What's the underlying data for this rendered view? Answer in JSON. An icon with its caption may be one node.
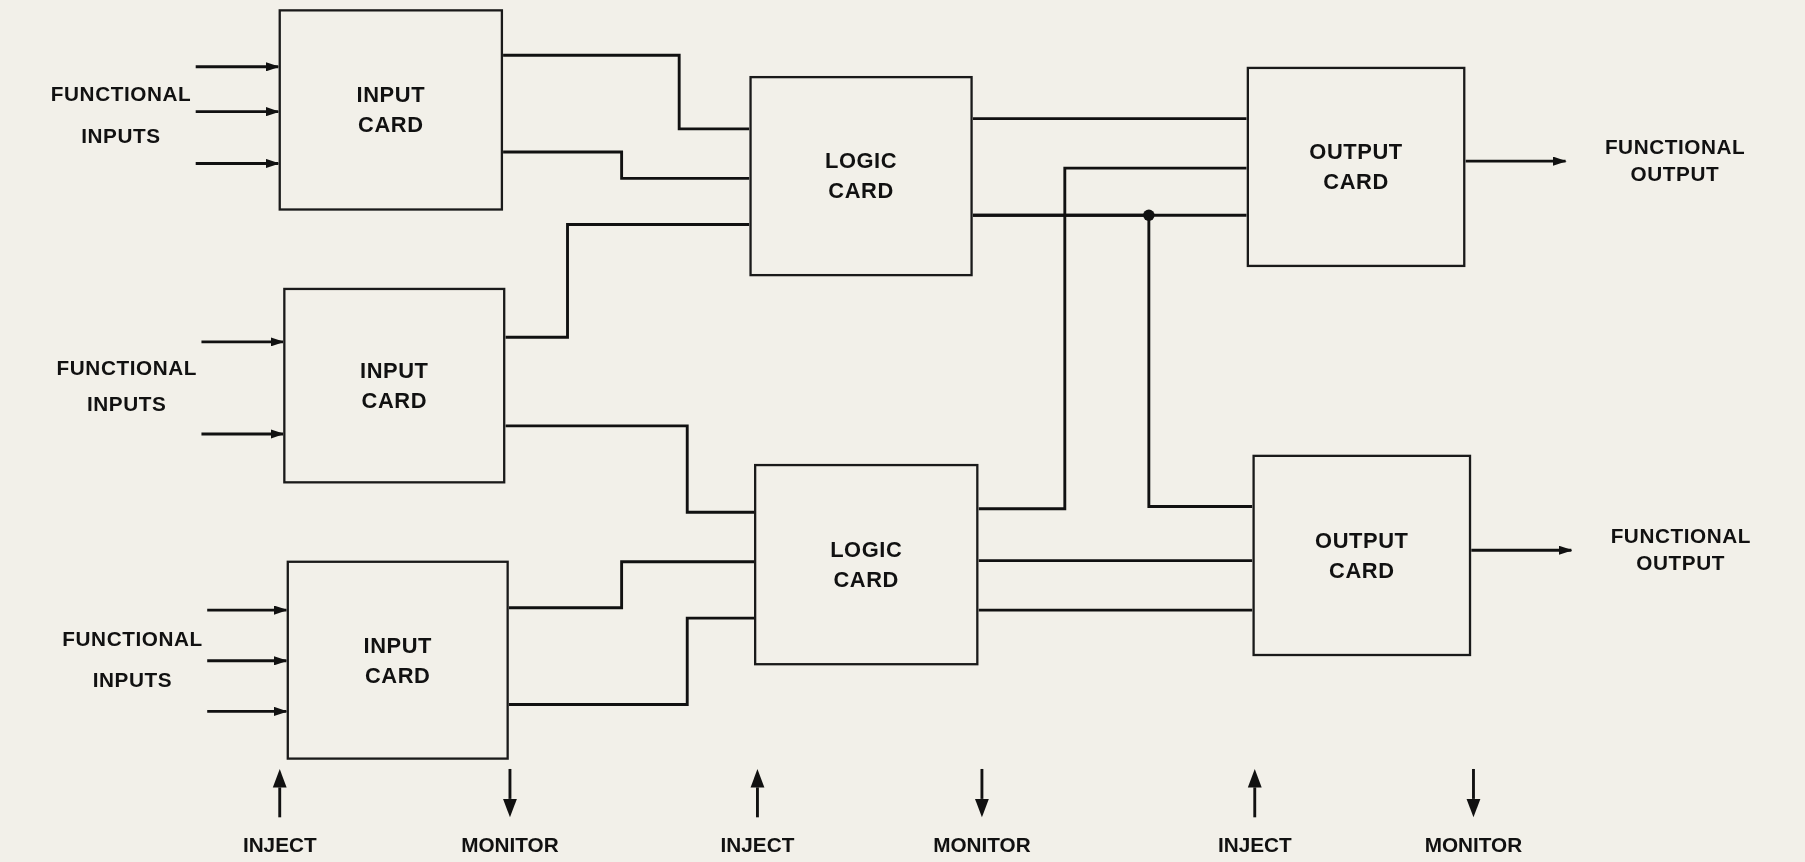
{
  "diagram": {
    "nodes": [
      {
        "text": [
          "INPUT CARD"
        ]
      },
      {
        "text": [
          "INPUT CARD"
        ]
      },
      {
        "text": [
          "INPUT CARD"
        ]
      },
      {
        "text": [
          "LOGIC CARD"
        ]
      },
      {
        "text": [
          "LOGIC CARD"
        ]
      },
      {
        "text": [
          "OUTPUT CARD"
        ]
      },
      {
        "text": [
          "OUTPUT CARD"
        ]
      },
      {
        "text": [
          "FUNCTIONAL INPUTS"
        ]
      },
      {
        "text": [
          "FUNCTIONAL INPUTS"
        ]
      },
      {
        "text": [
          "FUNCTIONAL INPUTS"
        ]
      },
      {
        "text": [
          "FUNCTIONAL OUTPUT"
        ]
      },
      {
        "text": [
          "FUNCTIONAL OUTPUT"
        ]
      }
    ],
    "edges": [
      {
        "from": 0,
        "to": 3,
        "arrow": "none"
      },
      {
        "from": 0,
        "to": 3,
        "arrow": "none"
      },
      {
        "from": 1,
        "to": 3,
        "arrow": "none"
      },
      {
        "from": 1,
        "to": 4,
        "arrow": "none"
      },
      {
        "from": 2,
        "to": 4,
        "arrow": "none"
      },
      {
        "from": 2,
        "to": 4,
        "arrow": "none"
      },
      {
        "from": 3,
        "to": 5,
        "arrow": "none"
      },
      {
        "from": 3,
        "to": 5,
        "arrow": "none"
      },
      {
        "from": 3,
        "to": 6,
        "arrow": "none"
      },
      {
        "from": 4,
        "to": 5,
        "arrow": "none"
      },
      {
        "from": 4,
        "to": 6,
        "arrow": "none"
      },
      {
        "from": 4,
        "to": 6,
        "arrow": "none"
      },
      {
        "from": 7,
        "to": 0,
        "arrow": "to"
      },
      {
        "from": 7,
        "to": 0,
        "arrow": "to"
      },
      {
        "from": 7,
        "to": 0,
        "arrow": "to"
      },
      {
        "from": 8,
        "to": 1,
        "arrow": "to"
      },
      {
        "from": 8,
        "to": 1,
        "arrow": "to"
      },
      {
        "from": 9,
        "to": 2,
        "arrow": "to"
      },
      {
        "from": 9,
        "to": 2,
        "arrow": "to"
      },
      {
        "from": 9,
        "to": 2,
        "arrow": "to"
      },
      {
        "from": 5,
        "to": 10,
        "arrow": "to"
      },
      {
        "from": 6,
        "to": 11,
        "arrow": "to"
      }
    ],
    "labels": [
      "INJECT",
      "MONITOR",
      "INJECT",
      "MONITOR",
      "INJECT",
      "MONITOR"
    ]
  }
}
